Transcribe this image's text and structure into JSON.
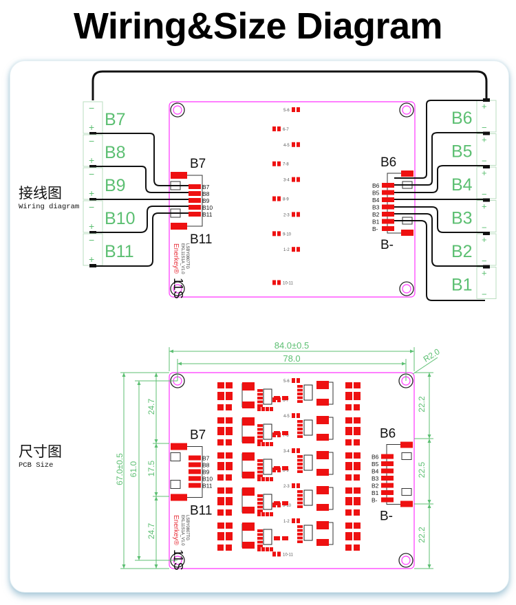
{
  "title": "Wiring&Size  Diagram",
  "colors": {
    "battery_green": "#5cbf72",
    "battery_outline": "#b9ddbf",
    "pcb_outline": "#ff33ff",
    "pad_red": "#ee1111",
    "wire": "#111111",
    "dimension_green": "#5cbf72",
    "brand_red": "#e8303a"
  },
  "wiring": {
    "label_zh": "接线图",
    "label_en": "Wiring diagram",
    "left_cells": [
      {
        "name": "B7",
        "top": "−",
        "bottom": "+"
      },
      {
        "name": "B8",
        "top": "−",
        "bottom": "+"
      },
      {
        "name": "B9",
        "top": "−",
        "bottom": "+"
      },
      {
        "name": "B10",
        "top": "−",
        "bottom": "+"
      },
      {
        "name": "B11",
        "top": "−",
        "bottom": "+"
      }
    ],
    "right_cells": [
      {
        "name": "B6",
        "top": "+",
        "bottom": "−"
      },
      {
        "name": "B5",
        "top": "+",
        "bottom": "−"
      },
      {
        "name": "B4",
        "top": "+",
        "bottom": "−"
      },
      {
        "name": "B3",
        "top": "+",
        "bottom": "−"
      },
      {
        "name": "B2",
        "top": "+",
        "bottom": "−"
      },
      {
        "name": "B1",
        "top": "+",
        "bottom": "−"
      }
    ],
    "left_connector": {
      "top_label": "B7",
      "bottom_label": "B11",
      "pins": [
        "B7",
        "B8",
        "B9",
        "B10",
        "B11"
      ]
    },
    "right_connector": {
      "top_label": "B6",
      "bottom_label": "B-",
      "pins": [
        "B6",
        "B5",
        "B4",
        "B3",
        "B2",
        "B1",
        "B-"
      ]
    },
    "balance_labels_left": [
      "6-7",
      "7-8",
      "8-9",
      "9-10",
      "10-11"
    ],
    "balance_labels_right": [
      "5-6",
      "4-5",
      "3-4",
      "2-3",
      "1-2"
    ],
    "brand": "Enerkey®",
    "model": "EKL11S1A_V1.0",
    "board_code": "LSBY0807TG",
    "series": "11S"
  },
  "size": {
    "label_zh": "尺寸图",
    "label_en": "PCB Size",
    "dimensions": {
      "outer_width": "84.0±0.5",
      "hole_spacing_x": "78.0",
      "corner_radius": "R2.0",
      "outer_height": "67.0±0.5",
      "hole_spacing_y": "61.0",
      "left_top_gap": "24.7",
      "left_connector_span": "17.5",
      "left_bottom_gap": "24.7",
      "right_top_gap": "22.2",
      "right_connector_span": "22.5",
      "right_bottom_gap": "22.2"
    },
    "left_connector": {
      "top_label": "B7",
      "bottom_label": "B11",
      "pins": [
        "B7",
        "B8",
        "B9",
        "B10",
        "B11"
      ]
    },
    "right_connector": {
      "top_label": "B6",
      "bottom_label": "B-",
      "pins": [
        "B6",
        "B5",
        "B4",
        "B3",
        "B2",
        "B1",
        "B-"
      ]
    },
    "balance_labels_left": [
      "6-7",
      "7-8",
      "8-9",
      "9-10",
      "10-11"
    ],
    "balance_labels_right": [
      "5-6",
      "4-5",
      "3-4",
      "2-3",
      "1-2"
    ],
    "brand": "Enerkey®",
    "model": "EKL11S1A_V1.0",
    "board_code": "LSBY0807TG",
    "series": "11S"
  }
}
